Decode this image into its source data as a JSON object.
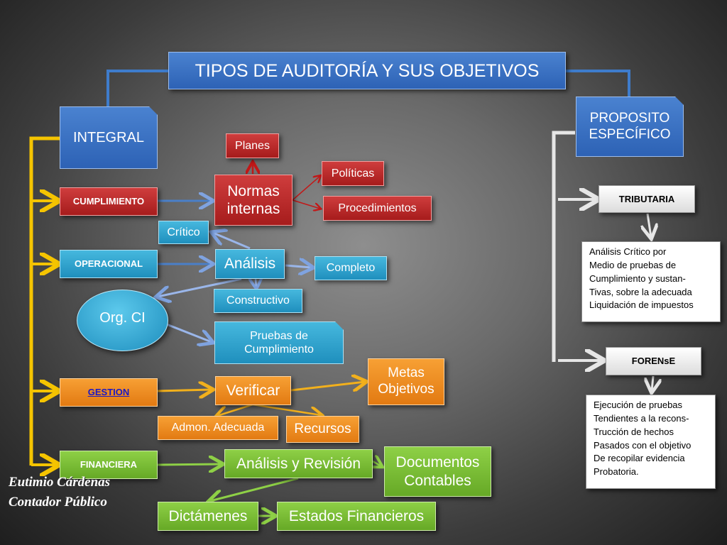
{
  "title": "TIPOS DE AUDITORÍA Y SUS OBJETIVOS",
  "left_branch": {
    "integral": "INTEGRAL",
    "cumplimiento": "CUMPLIMIENTO",
    "operacional": "OPERACIONAL",
    "gestion": "GESTION",
    "financiera": "FINANCIERA"
  },
  "right_branch": {
    "proposito_line1": "PROPOSITO",
    "proposito_line2": "ESPECÍFICO",
    "tributaria": "TRIBUTARIA",
    "tributaria_desc": [
      "Análisis  Crítico  por",
      "Medio de pruebas de",
      "Cumplimiento y sustan-",
      "Tivas, sobre la adecuada",
      "Liquidación de impuestos"
    ],
    "forense": "FORENsE",
    "forense_desc": [
      "Ejecución de pruebas",
      "Tendientes a la recons-",
      "Trucción  de hechos",
      "Pasados con el objetivo",
      "De recopilar evidencia",
      "Probatoria."
    ]
  },
  "cumplimiento_nodes": {
    "planes": "Planes",
    "normas_line1": "Normas",
    "normas_line2": "internas",
    "politicas": "Políticas",
    "procedimientos": "Procedimientos"
  },
  "operacional_nodes": {
    "critico": "Crítico",
    "analisis": "Análisis",
    "completo": "Completo",
    "constructivo": "Constructivo",
    "org_ci": "Org. CI",
    "pruebas_line1": "Pruebas de",
    "pruebas_line2": "Cumplimiento"
  },
  "gestion_nodes": {
    "verificar": "Verificar",
    "metas_line1": "Metas",
    "metas_line2": "Objetivos",
    "admon": "Admon. Adecuada",
    "recursos": "Recursos"
  },
  "financiera_nodes": {
    "analisis_revision": "Análisis y Revisión",
    "documentos_line1": "Documentos",
    "documentos_line2": "Contables",
    "dictamenes": "Dictámenes",
    "estados": "Estados Financieros"
  },
  "signature": {
    "line1": "Eutimio Cárdenas",
    "line2": "Contador Público"
  },
  "colors": {
    "blue": "#2d62b5",
    "red": "#a61c1c",
    "cyan": "#1f8fbd",
    "orange": "#e27a12",
    "green": "#66a926",
    "yellow_connector": "#f5c400"
  }
}
